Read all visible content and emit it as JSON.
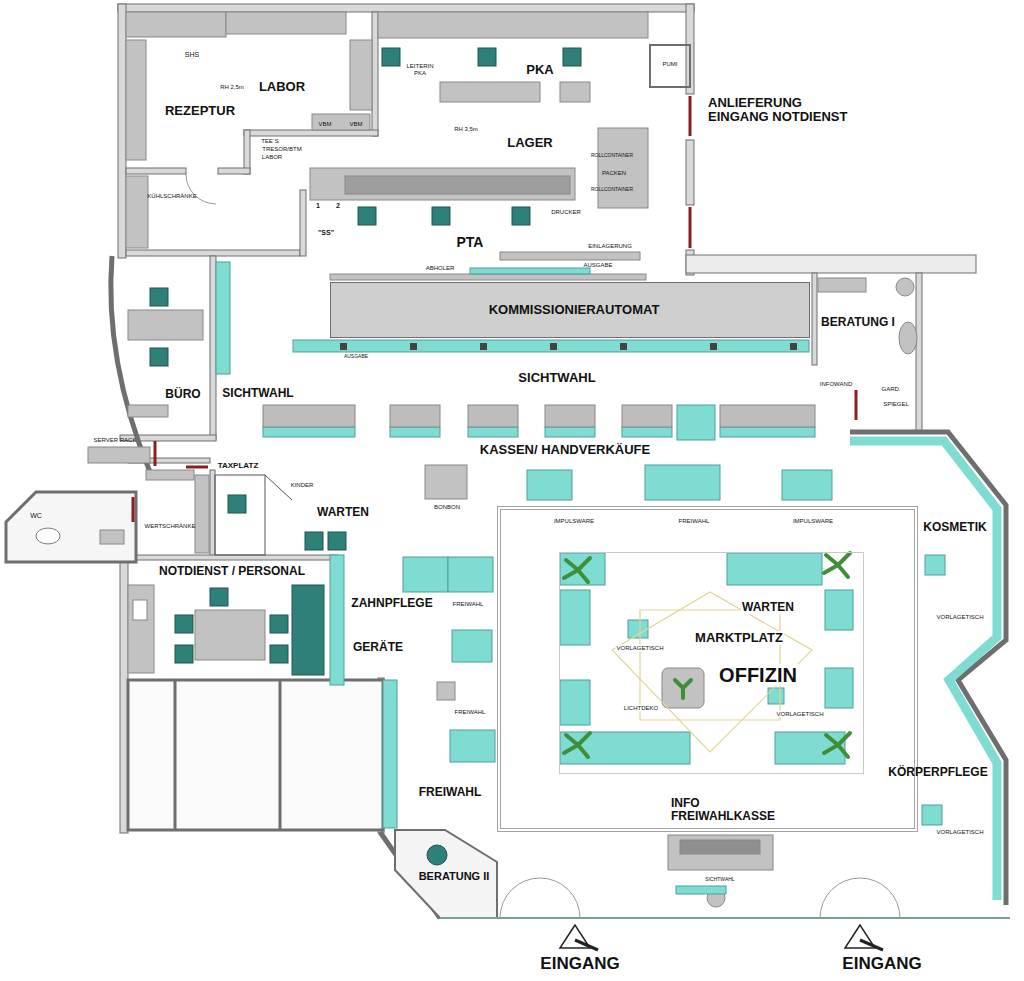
{
  "diagram": {
    "nodes": [
      {
        "text": [
          "KOMMISSIONIERAUTOMAT"
        ]
      },
      {
        "text": [
          "IMPULSWARE",
          "FREIWAHL",
          "IMPULSWARE"
        ]
      },
      {
        "text": [
          "WARTEN",
          "MARKTPLATZ",
          "OFFIZIN"
        ],
        "in": 1
      }
    ],
    "labels": [
      "SHS",
      "LABOR",
      "RH 2,5m",
      "REZEPTUR",
      "TEE´S",
      "TRESOR/BTM",
      "LABOR",
      "VBM",
      "VBM",
      "LEITERIN PKA",
      "PKA",
      "PUMI",
      "ANLIEFERUNG EINGANG NOTDIENST",
      "RH 3,5m",
      "LAGER",
      "ROLLCONTAINER",
      "PACKEN",
      "ROLLCONTAINER",
      "1",
      "2",
      "\"SS\"",
      "DRUCKER",
      "PTA",
      "KÜHLSCHRÄNKE",
      "EINLAGERUNG",
      "ABHOLER",
      "AUSGABE",
      "BERATUNG I",
      "AUSGABE",
      "SICHTWAHL",
      "BÜRO",
      "SICHTWAHL",
      "INFOWAND",
      "GARD.",
      "SPIEGEL",
      "SERVER RACK",
      "KASSEN/ HANDVERKÄUFE",
      "TAXPLATZ",
      "KINDER",
      "WC",
      "WERTSCHRÄNKE",
      "WARTEN",
      "BONBON",
      "KOSMETIK",
      "NOTDIENST / PERSONAL",
      "ZAHNPFLEGE",
      "FREIWAHL",
      "VORLAGETISCH",
      "VORLAGETISCH",
      "GERÄTE",
      "LICHTDEKO",
      "VORLAGETISCH",
      "FREIWAHL",
      "KÖRPERPFLEGE",
      "FREIWAHL",
      "INFO FREIWAHLKASSE",
      "VORLAGETISCH",
      "BERATUNG II",
      "SICHTWAHL",
      "EINGANG",
      "EINGANG"
    ]
  }
}
